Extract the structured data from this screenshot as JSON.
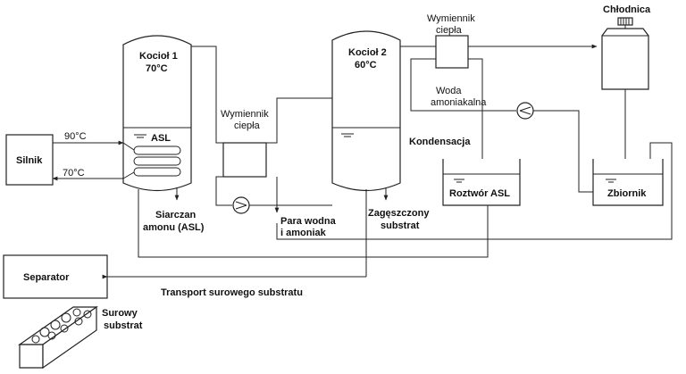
{
  "labels": {
    "silnik": "Silnik",
    "t90": "90°C",
    "t70": "70°C",
    "kociol1_name": "Kocioł 1",
    "kociol1_temp": "70°C",
    "asl": "ASL",
    "siarczan_1": "Siarczan",
    "siarczan_2": "amonu (ASL)",
    "wym1_1": "Wymiennik",
    "wym1_2": "ciepła",
    "para_1": "Para wodna",
    "para_2": "i amoniak",
    "kociol2_name": "Kocioł 2",
    "kociol2_temp": "60°C",
    "zageszczony_1": "Zagęszczony",
    "zageszczony_2": "substrat",
    "wym2_1": "Wymiennik",
    "wym2_2": "ciepła",
    "woda_1": "Woda",
    "woda_2": "amoniakalna",
    "kondensacja": "Kondensacja",
    "roztwor": "Roztwór ASL",
    "chlodnica": "Chłodnica",
    "zbiornik": "Zbiornik",
    "separator": "Separator",
    "transport": "Transport surowego substratu",
    "surowy_1": "Surowy",
    "surowy_2": "substrat"
  }
}
